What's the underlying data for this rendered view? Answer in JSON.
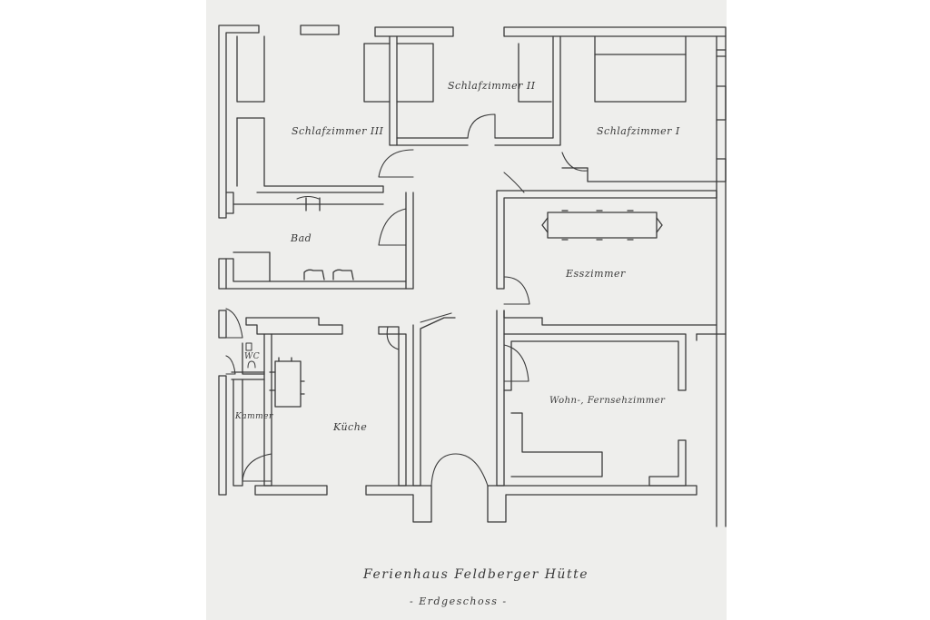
{
  "plan": {
    "title": "Ferienhaus Feldberger Hütte",
    "subtitle": "- Erdgeschoss -",
    "rooms": {
      "schlafzimmer_1": "Schlafzimmer I",
      "schlafzimmer_2": "Schlafzimmer II",
      "schlafzimmer_3": "Schlafzimmer III",
      "bad": "Bad",
      "esszimmer": "Esszimmer",
      "wc": "WC",
      "kammer": "Kammer",
      "kueche": "Küche",
      "wohnzimmer": "Wohn-, Fernsehzimmer"
    }
  },
  "colors": {
    "paper": "#eeeeec",
    "ink": "#3a3a3a",
    "background": "#ffffff"
  }
}
